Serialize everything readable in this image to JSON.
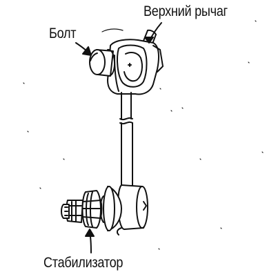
{
  "labels": {
    "upper_arm": "Верхний рычаг",
    "bolt": "Болт",
    "stabilizer": "Стабилизатор"
  },
  "colors": {
    "line": "#111111",
    "background": "#ffffff"
  }
}
